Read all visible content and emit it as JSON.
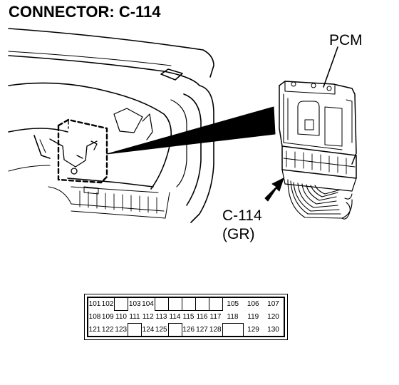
{
  "title": "CONNECTOR: C-114",
  "labels": {
    "pcm": "PCM",
    "connector_code": "C-114",
    "connector_color": "(GR)"
  },
  "pin_rows": [
    [
      "101",
      "102",
      "",
      "103",
      "104",
      "",
      "",
      "",
      "",
      "",
      "105",
      "106",
      "107"
    ],
    [
      "108",
      "109",
      "110",
      "111",
      "112",
      "113",
      "114",
      "115",
      "116",
      "117",
      "118",
      "119",
      "120"
    ],
    [
      "121",
      "122",
      "123",
      "",
      "124",
      "125",
      "",
      "126",
      "127",
      "128",
      "",
      "129",
      "130"
    ]
  ]
}
